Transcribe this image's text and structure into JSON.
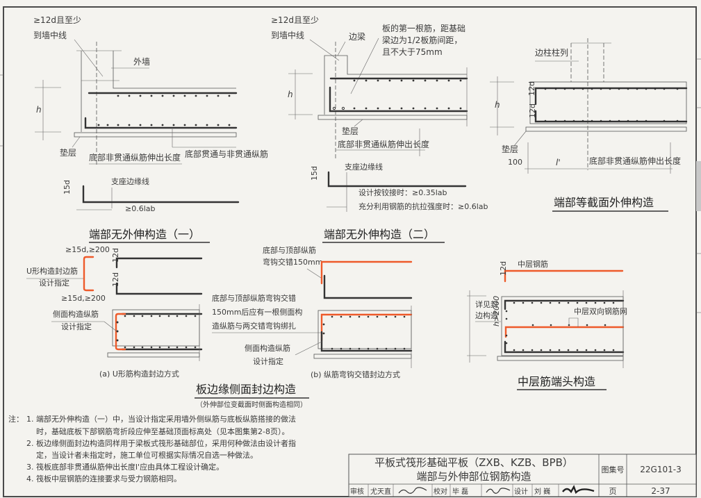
{
  "sheet": {
    "title_line1": "平板式筏形基础平板（ZXB、KZB、BPB）",
    "title_line2": "端部与外伸部位钢筋构造",
    "atlas_label": "图集号",
    "atlas_number": "22G101-3",
    "page_label": "页",
    "page_number": "2-37",
    "signoff": {
      "review_label": "审核",
      "review_name": "尤天直",
      "check_label": "校对",
      "check_name": "毕 磊",
      "design_label": "设计",
      "design_name": "刘 巍"
    }
  },
  "accent_colors": {
    "highlight_rebar": "#ee5a2a",
    "rebar": "#333333"
  },
  "fig1": {
    "title": "端部无外伸构造（一）",
    "note_anchor": "≥12d且至少",
    "note_anchor2": "到墙中线",
    "outer_wall": "外墙",
    "h": "h",
    "cushion": "垫层",
    "len_bottom_noncont": "底部非贯通纵筋伸出长度",
    "bottom_cont": "底部贯通与非贯通纵筋",
    "support_edge": "支座边缘线",
    "hook": "15d",
    "anchor_len": "≥0.6lab"
  },
  "fig2": {
    "title": "端部无外伸构造（二）",
    "note_anchor": "≥12d且至少",
    "note_anchor2": "到墙中线",
    "edge_beam": "边梁",
    "first_bar_1": "板的第一根筋，距基础",
    "first_bar_2": "梁边为1/2板筋间距，",
    "first_bar_3": "且不大于75mm",
    "h": "h",
    "cushion": "垫层",
    "len_bottom_noncont": "底部非贯通纵筋伸出长度",
    "support_edge": "支座边缘线",
    "hook": "15d",
    "hinge": "设计按铰接时：≥0.35lab",
    "full": "充分利用钢筋的抗拉强度时：≥0.6lab"
  },
  "fig3": {
    "title": "端部等截面外伸构造",
    "edge_column": "边柱柱列",
    "h": "h",
    "d12a": "12d",
    "d12b": "12d",
    "cushion": "垫层",
    "dim100": "100",
    "lprime": "l'",
    "len_bottom_noncont": "底部非贯通纵筋伸出长度"
  },
  "fig4": {
    "title": "板边缘侧面封边构造",
    "subtitle": "（外伸部位变截面时侧面构造相同）",
    "a_caption": "(a) U形筋构造封边方式",
    "b_caption": "(b) 纵筋弯钩交错封边方式",
    "u_dim_top": "≥15d,≥200",
    "u_dim_bot": "≥15d,≥200",
    "u_label1": "U形构造封边筋",
    "u_label2": "设计指定",
    "side_label1": "侧面构造纵筋",
    "side_label2": "设计指定",
    "d12a": "12d",
    "d12b": "12d",
    "b_hook1": "底部与顶部纵筋",
    "b_hook2": "弯钩交错150mm",
    "b_note1": "底部与顶部纵筋弯钩交错",
    "b_note2": "150mm后应有一根侧面构",
    "b_note3": "造纵筋与两交错弯钩绑扎",
    "b_side1": "侧面构造纵筋",
    "b_side2": "设计指定"
  },
  "fig5": {
    "title": "中层筋端头构造",
    "mid_bar": "中层钢筋",
    "d12": "12d",
    "see1": "详见封",
    "see2": "边构造",
    "h": "h>2000",
    "mesh": "中层双向钢筋网"
  },
  "notes": {
    "prefix": "注：",
    "items": [
      "1. 端部无外伸构造（一）中，当设计指定采用墙外侧纵筋与底板纵筋搭接的做法",
      "时，基础底板下部钢筋弯折段应伸至基础顶面标高处（见本图集第2-8页）。",
      "2. 板边缘侧面封边构造同样用于梁板式筏形基础部位，采用何种做法由设计者指",
      "定，当设计者未指定时，施工单位可根据实际情况自选一种做法。",
      "3. 筏板底部非贯通纵筋伸出长度l'应由具体工程设计确定。",
      "4. 筏板中层钢筋的连接要求与受力钢筋相同。"
    ]
  }
}
